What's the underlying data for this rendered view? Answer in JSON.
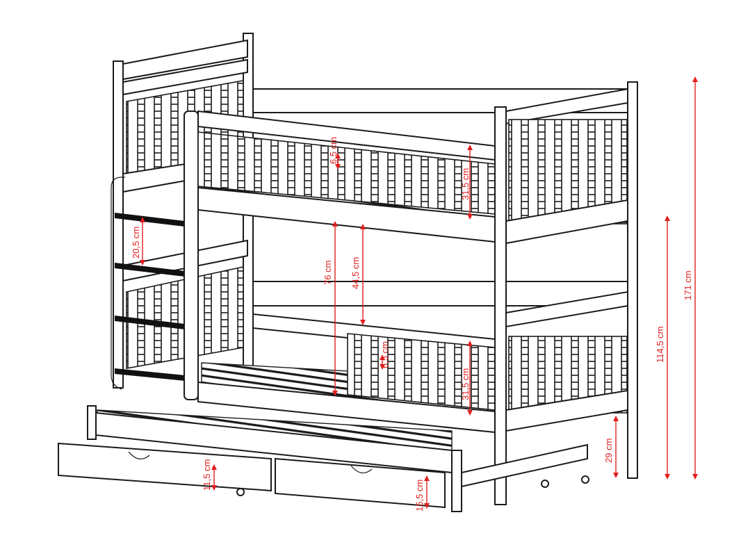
{
  "colors": {
    "outline": "#1a1a1a",
    "dimension": "#e01e1e",
    "background": "#ffffff"
  },
  "dimensions": {
    "top_rail_gap": "6,5 cm",
    "top_guard_height": "31,5 cm",
    "ladder_step": "20,5 cm",
    "clearance_total": "76 cm",
    "clearance_inner": "44,5 cm",
    "bottom_rail_gap": "6,5 cm",
    "bottom_guard_height": "31,5 cm",
    "drawer_height": "11,5 cm",
    "trundle_height": "15,5 cm",
    "leg_height": "29 cm",
    "lower_total_height": "114,5 cm",
    "overall_height": "171 cm"
  }
}
